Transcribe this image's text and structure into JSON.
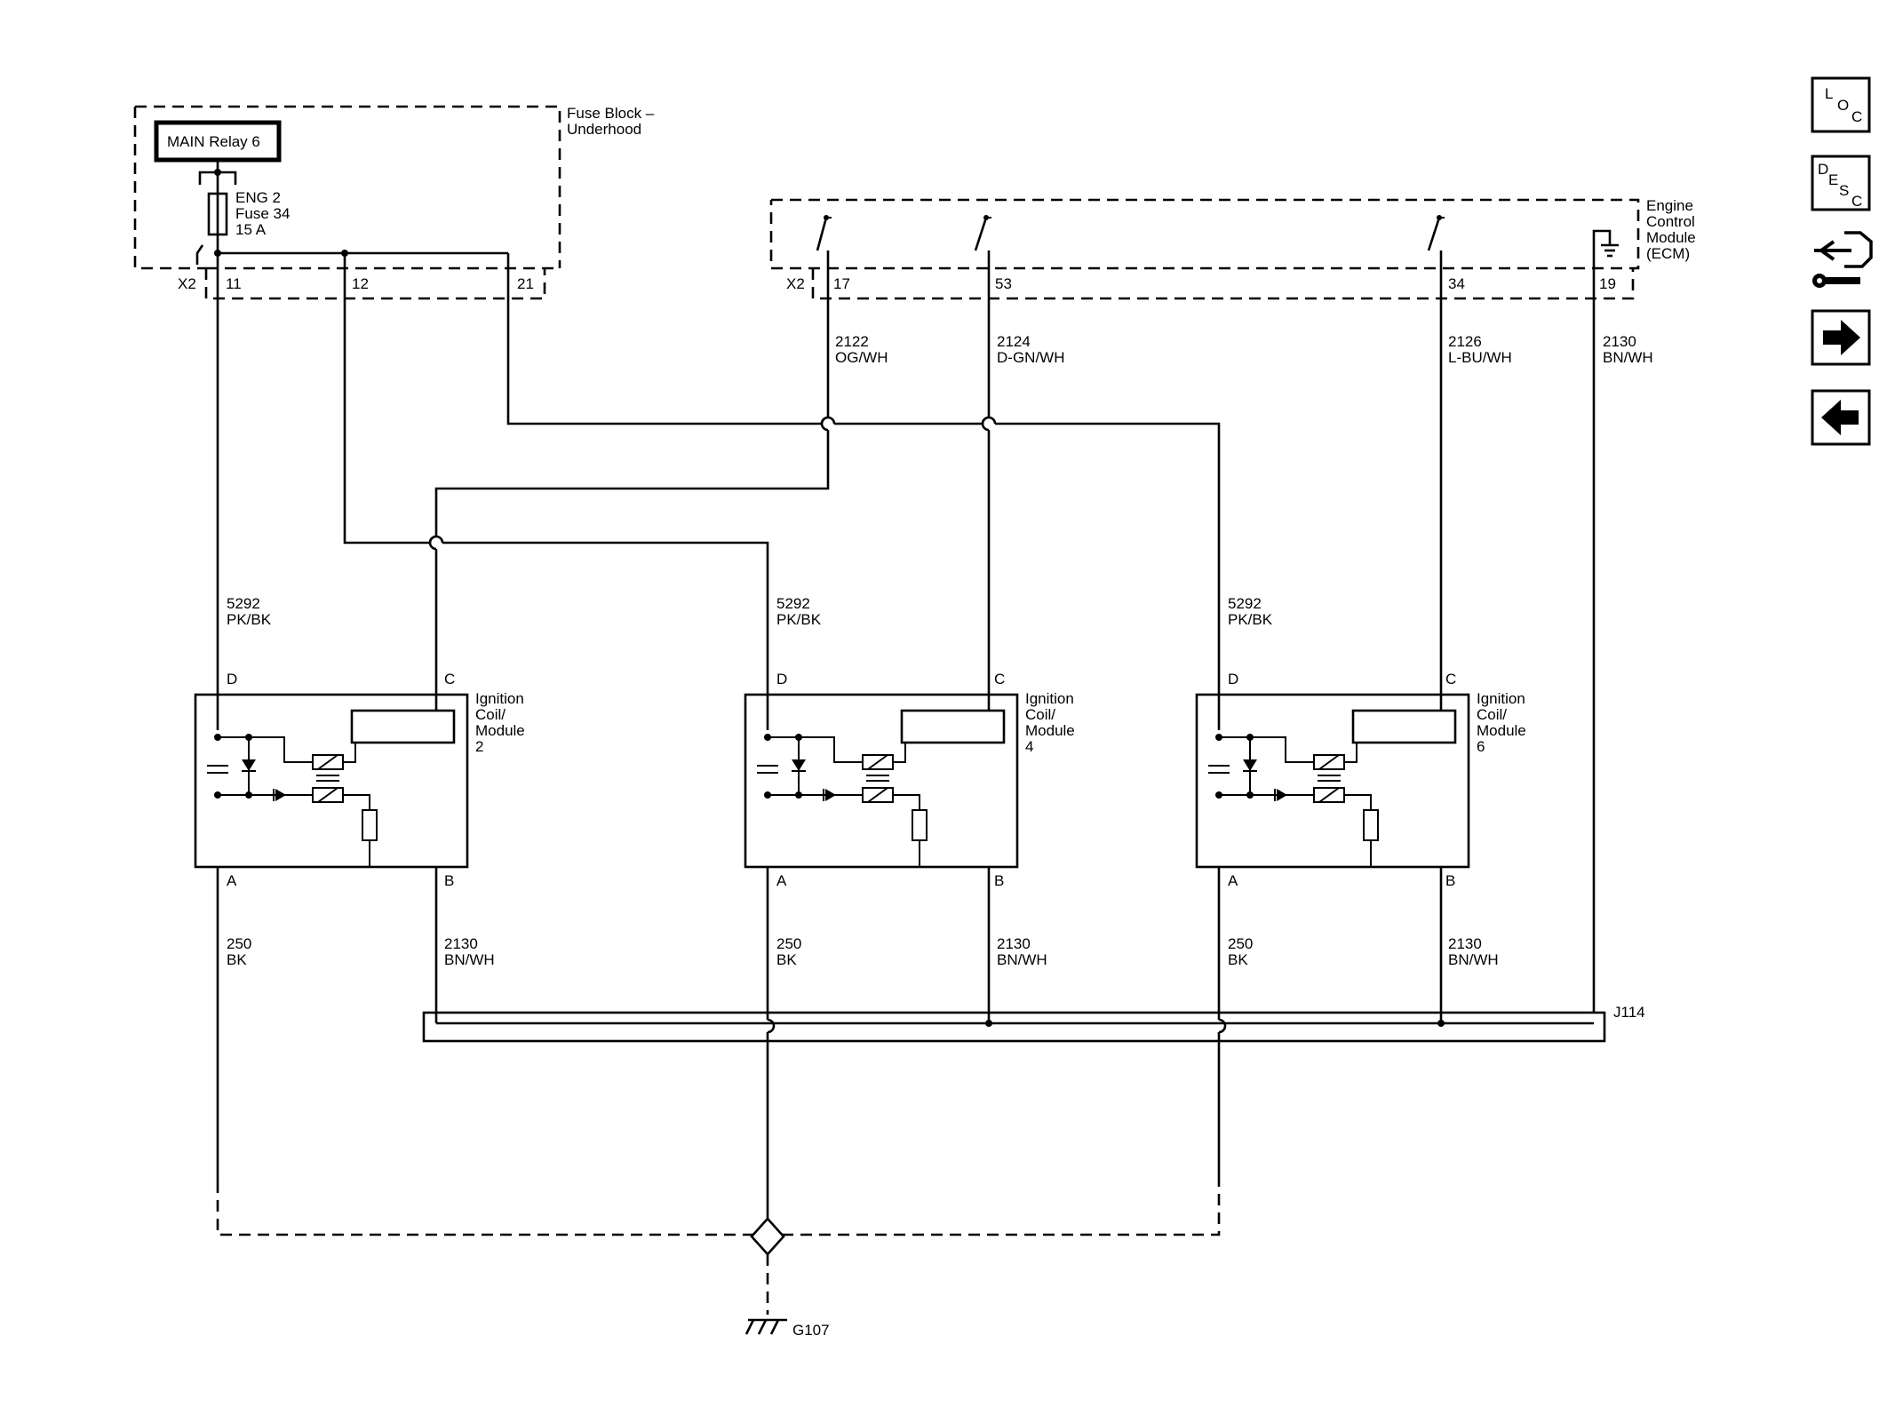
{
  "fuse_block": {
    "label": [
      "Fuse Block –",
      "Underhood"
    ],
    "relay": "MAIN Relay 6",
    "fuse": [
      "ENG 2",
      "Fuse 34",
      "15 A"
    ],
    "connector": "X2",
    "pins": [
      "11",
      "12",
      "21"
    ]
  },
  "ecm": {
    "label": [
      "Engine",
      "Control",
      "Module",
      "(ECM)"
    ],
    "connector": "X2",
    "pins": [
      "17",
      "53",
      "34",
      "19"
    ]
  },
  "wires": {
    "w2122": [
      "2122",
      "OG/WH"
    ],
    "w2124": [
      "2124",
      "D-GN/WH"
    ],
    "w2126": [
      "2126",
      "L-BU/WH"
    ],
    "w2130_ecm": [
      "2130",
      "BN/WH"
    ],
    "w5292": [
      "5292",
      "PK/BK"
    ],
    "w250": [
      "250",
      "BK"
    ],
    "w2130": [
      "2130",
      "BN/WH"
    ]
  },
  "coils": [
    {
      "label": [
        "Ignition",
        "Coil/",
        "Module",
        "2"
      ]
    },
    {
      "label": [
        "Ignition",
        "Coil/",
        "Module",
        "4"
      ]
    },
    {
      "label": [
        "Ignition",
        "Coil/",
        "Module",
        "6"
      ]
    }
  ],
  "coil_pins": {
    "a": "A",
    "b": "B",
    "c": "C",
    "d": "D"
  },
  "splice": "J114",
  "ground": "G107",
  "nav": {
    "loc": [
      "L",
      "O",
      "C"
    ],
    "desc": [
      "D",
      "E",
      "S",
      "C"
    ],
    "connector_icon": "connector-wrench-icon",
    "next_icon": "arrow-right-icon",
    "prev_icon": "arrow-left-icon"
  }
}
